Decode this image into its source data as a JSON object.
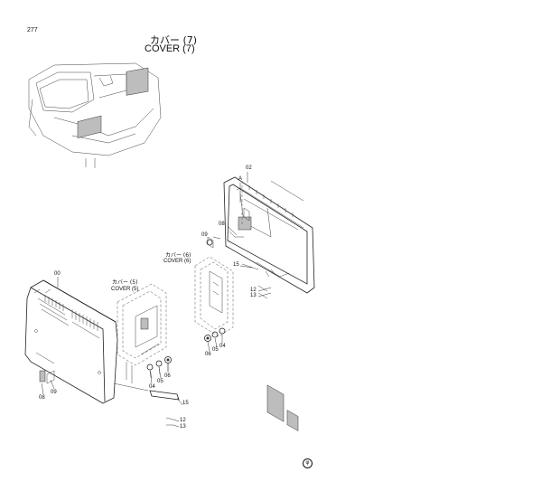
{
  "header": {
    "page_number": "277",
    "title_japanese": "カバー (7)",
    "title_english": "COVER (7)"
  },
  "labels": {
    "p00": "00",
    "p02": "02",
    "a": "A",
    "p08_right": "08",
    "p09_right": "09",
    "cover6_jp": "カバー (6)",
    "cover6_en": "COVER (6)",
    "p15_right": "15",
    "p12_right": "12",
    "p13_right": "13",
    "p06_right": "06",
    "p05_right": "05",
    "p04_right": "04",
    "cover5_jp": "カバー (5)",
    "cover5_en": "COVER (5)",
    "p08_left": "08",
    "p09_left": "09",
    "p04_left": "04",
    "p05_left": "05",
    "p06_left": "06",
    "p15_left": "15",
    "p12_left": "12",
    "p13_left": "13"
  },
  "footer": {
    "mark": "φ"
  }
}
